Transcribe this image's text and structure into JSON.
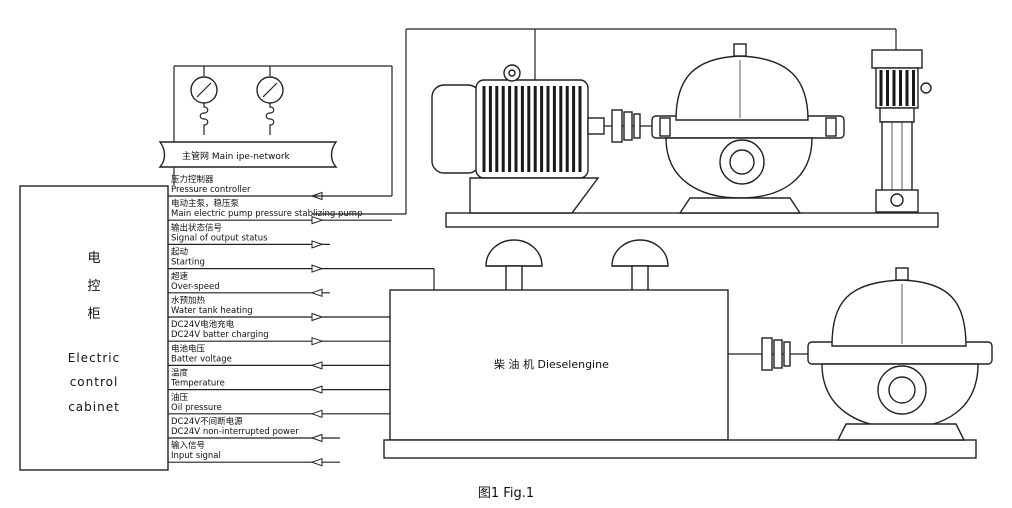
{
  "cabinet": {
    "lines": [
      "电",
      "控",
      "柜",
      "Electric",
      "control",
      "cabinet"
    ]
  },
  "main_network": {
    "label": "主管网 Main ipe-network"
  },
  "signals": [
    {
      "cn": "压力控制器",
      "en": "Pressure controller",
      "dir": "in"
    },
    {
      "cn": "电动主泵，稳压泵",
      "en": "Main electric pump pressure stablizing pump",
      "dir": "out"
    },
    {
      "cn": "输出状态信号",
      "en": "Signal of output status",
      "dir": "out"
    },
    {
      "cn": "起动",
      "en": "Starting",
      "dir": "out"
    },
    {
      "cn": "超速",
      "en": "Over-speed",
      "dir": "in"
    },
    {
      "cn": "水预加热",
      "en": "Water tank heating",
      "dir": "out"
    },
    {
      "cn": "DC24V电池充电",
      "en": "DC24V batter charging",
      "dir": "out"
    },
    {
      "cn": "电池电压",
      "en": "Batter voltage",
      "dir": "in"
    },
    {
      "cn": "温度",
      "en": "Temperature",
      "dir": "in"
    },
    {
      "cn": "油压",
      "en": "Oil pressure",
      "dir": "in"
    },
    {
      "cn": "DC24V不间断电源",
      "en": "DC24V non-interrupted power",
      "dir": "in"
    },
    {
      "cn": "输入信号",
      "en": "Input signal",
      "dir": "in"
    }
  ],
  "engine": {
    "label": "柴 油 机   Dieselengine"
  },
  "caption": "图1   Fig.1"
}
